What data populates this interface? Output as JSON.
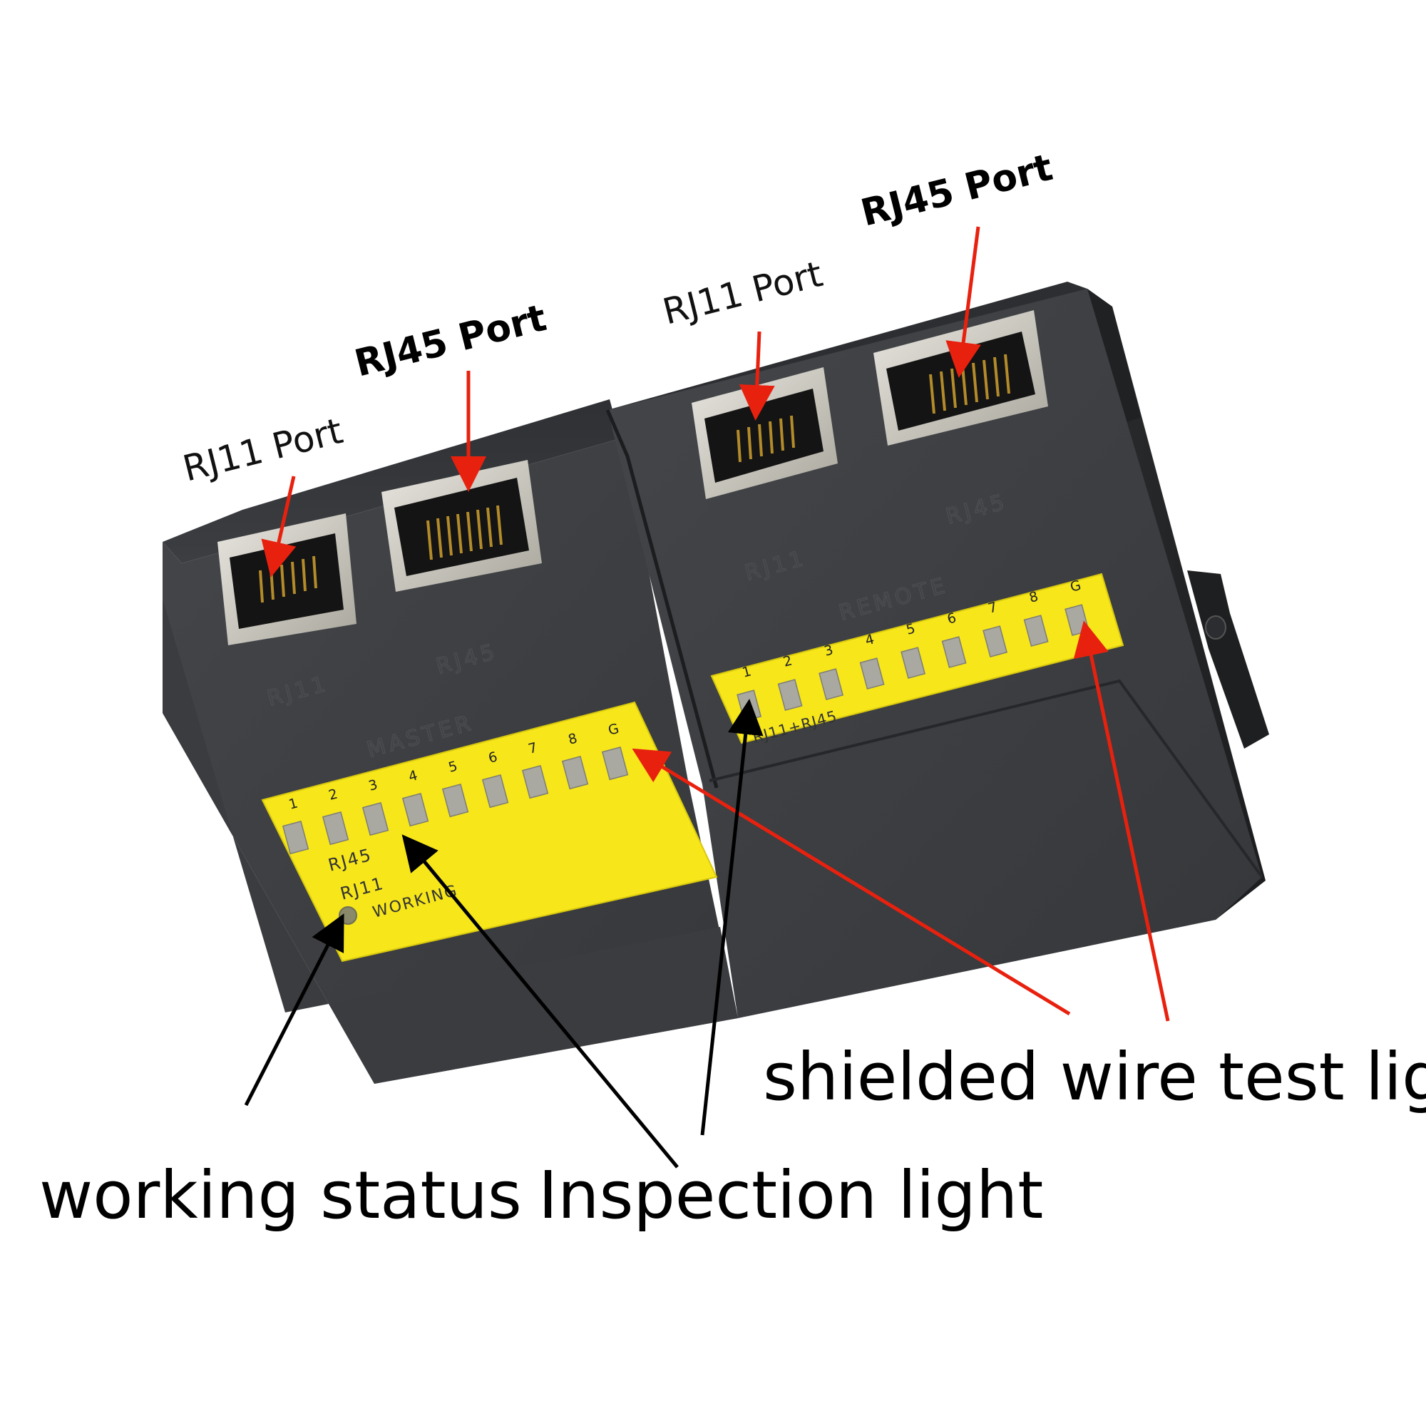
{
  "callouts": {
    "master_rj11": "RJ11 Port",
    "master_rj45": "RJ45 Port",
    "remote_rj11": "RJ11 Port",
    "remote_rj45": "RJ45 Port",
    "shield": "shielded wire test light",
    "working": "working status",
    "inspection": "Inspection light"
  },
  "master": {
    "title": "MASTER",
    "port_rj11": "RJ11",
    "port_rj45": "RJ45",
    "pins": [
      "1",
      "2",
      "3",
      "4",
      "5",
      "6",
      "7",
      "8",
      "G"
    ],
    "mode_rj45": "RJ45",
    "mode_rj11": "RJ11",
    "working": "WORKING"
  },
  "remote": {
    "title": "REMOTE",
    "port_rj11": "RJ11",
    "port_rj45": "RJ45",
    "pins": [
      "1",
      "2",
      "3",
      "4",
      "5",
      "6",
      "7",
      "8",
      "G"
    ],
    "mode": "RJ11+RJ45"
  },
  "colors": {
    "body": "#3a3c3f",
    "panel": "#f6e61a",
    "arrow_red": "#e8210f",
    "arrow_black": "#000000"
  }
}
